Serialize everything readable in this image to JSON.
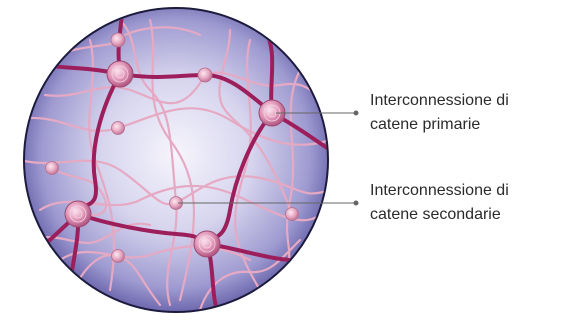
{
  "labels": {
    "primary": {
      "line1": "Interconnessione di",
      "line2": "catene primarie"
    },
    "secondary": {
      "line1": "Interconnessione di",
      "line2": "catene secondarie"
    }
  },
  "colors": {
    "sphere_center": "#f4f3fb",
    "sphere_edge": "#5f5aa6",
    "primary_chain": "#9c1f5c",
    "secondary_chain": "#e6a9c3",
    "node": "#d98aab",
    "leader_line": "#666666",
    "text": "#2b2b2b"
  }
}
